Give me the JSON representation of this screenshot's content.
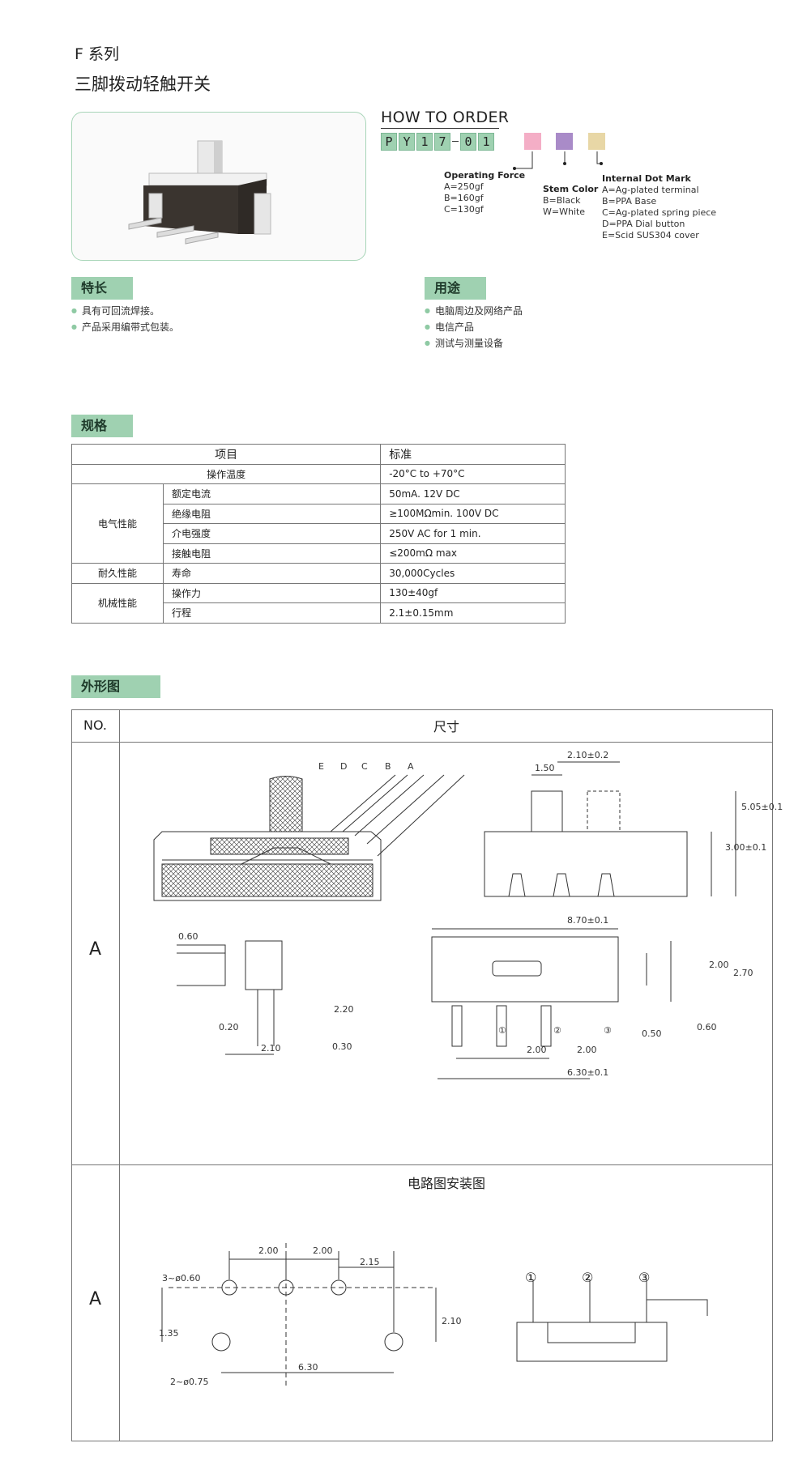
{
  "header": {
    "series": "F 系列",
    "title": "三脚拨动轻触开关"
  },
  "order": {
    "title": "HOW TO ORDER",
    "code": [
      "P",
      "Y",
      "1",
      "7",
      "0",
      "1"
    ],
    "swatch_colors": [
      "#f4aec6",
      "#a98bc8",
      "#e8d7a6"
    ],
    "force": {
      "title": "Operating Force",
      "options": [
        "A=250gf",
        "B=160gf",
        "C=130gf"
      ]
    },
    "stem": {
      "title": "Stem Color",
      "options": [
        "B=Black",
        "W=White"
      ]
    },
    "dot": {
      "title": "Internal Dot Mark",
      "options": [
        "A=Ag-plated terminal",
        "B=PPA Base",
        "C=Ag-plated spring piece",
        "D=PPA Dial button",
        "E=Scid SUS304 cover"
      ]
    }
  },
  "features": {
    "title": "特长",
    "items": [
      "具有可回流焊接。",
      "产品采用编带式包装。"
    ]
  },
  "uses": {
    "title": "用途",
    "items": [
      "电脑周边及网络产品",
      "电信产品",
      "测试与测量设备"
    ]
  },
  "spec": {
    "title": "规格",
    "header": [
      "项目",
      "标准"
    ],
    "rows": {
      "temp": [
        "操作温度",
        "-20°C to +70°C"
      ],
      "electrical": {
        "group": "电气性能",
        "items": [
          [
            "额定电流",
            "50mA. 12V DC"
          ],
          [
            "绝缘电阻",
            "≥100MΩmin. 100V DC"
          ],
          [
            "介电强度",
            "250V AC for 1 min."
          ],
          [
            "接触电阻",
            "≤200mΩ max"
          ]
        ]
      },
      "durability": {
        "group": "耐久性能",
        "items": [
          [
            "寿命",
            "30,000Cycles"
          ]
        ]
      },
      "mechanical": {
        "group": "机械性能",
        "items": [
          [
            "操作力",
            "130±40gf"
          ],
          [
            "行程",
            "2.1±0.15mm"
          ]
        ]
      }
    }
  },
  "outline": {
    "title": "外形图",
    "col_no": "NO.",
    "col_size": "尺寸",
    "row_a": "A",
    "row_b": "A",
    "circuit_title": "电路图安装图",
    "section_letters": [
      "E",
      "D",
      "C",
      "B",
      "A"
    ],
    "dims": {
      "d1": "1.50",
      "d2": "2.10±0.2",
      "d3": "3.00±0.1",
      "d4": "5.05±0.1",
      "d5": "0.60",
      "d6": "0.20",
      "d7": "2.20",
      "d8": "0.30",
      "d9": "2.10",
      "d10": "8.70±0.1",
      "d11": "2.00",
      "d12": "2.70",
      "d13": "0.60",
      "d14": "0.50",
      "d15": "2.00",
      "d16": "2.00",
      "d17": "6.30±0.1",
      "m1": "2.00",
      "m2": "2.00",
      "m3": "2.15",
      "m4": "3~ø0.60",
      "m5": "1.35",
      "m6": "2.10",
      "m7": "6.30",
      "m8": "2~ø0.75"
    },
    "pins": [
      "①",
      "②",
      "③"
    ]
  }
}
